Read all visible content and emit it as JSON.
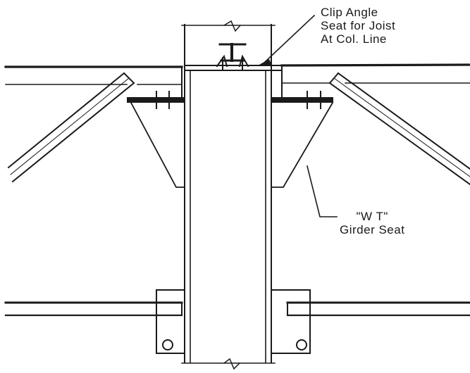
{
  "labels": {
    "clip_angle": {
      "line1": "Clip Angle",
      "line2": "Seat for Joist",
      "line3": "At Col. Line"
    },
    "wt_girder": {
      "line1": "\"W T\"",
      "line2": "Girder Seat"
    }
  },
  "colors": {
    "ink": "#1a1a1a",
    "paper": "#ffffff"
  }
}
